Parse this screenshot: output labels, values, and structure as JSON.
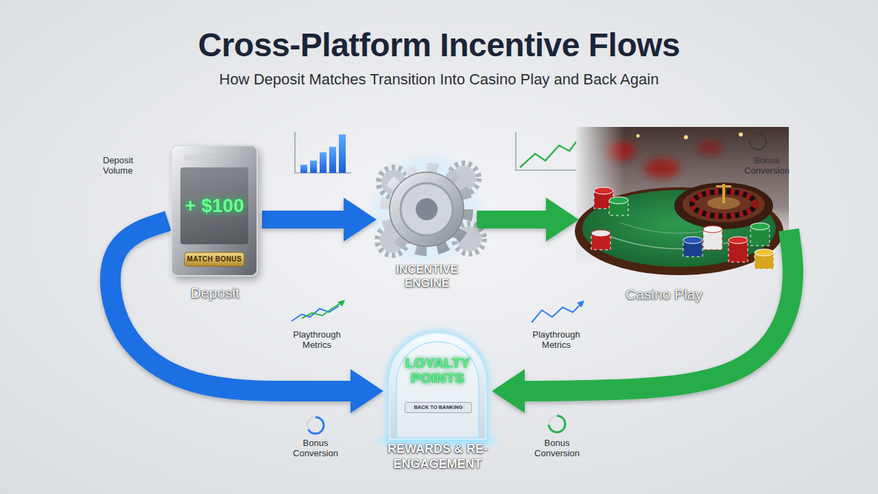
{
  "diagram": {
    "title": "Cross-Platform Incentive Flows",
    "caption": "How Deposit Matches Transition Into Casino Play and Back Again",
    "nodes": [
      {
        "text": [
          "Batch Bonus",
          "+ $100",
          "MATCH BONUS",
          "Deposit"
        ]
      },
      {
        "text": [
          "INCENTIVE ENGINE"
        ]
      },
      {
        "text": [
          "Casino Play"
        ]
      },
      {
        "text": [
          "LOYALTY POINTS",
          "BACK TO BANKING",
          "REWARDS & RE-ENGAGEMENT"
        ]
      }
    ],
    "edges": [
      {
        "from": 0,
        "to": 1,
        "arrow": "to"
      },
      {
        "from": 1,
        "to": 2,
        "arrow": "to"
      },
      {
        "from": 2,
        "to": 3,
        "arrow": "to"
      },
      {
        "from": 0,
        "to": 3,
        "arrow": "to"
      }
    ],
    "labels": [
      "Deposit Volume",
      "Bonus Conversion",
      "Playthrough Metrics",
      "Playthrough Metrics",
      "Bonus Conversion",
      "Bonus Conversion"
    ]
  }
}
